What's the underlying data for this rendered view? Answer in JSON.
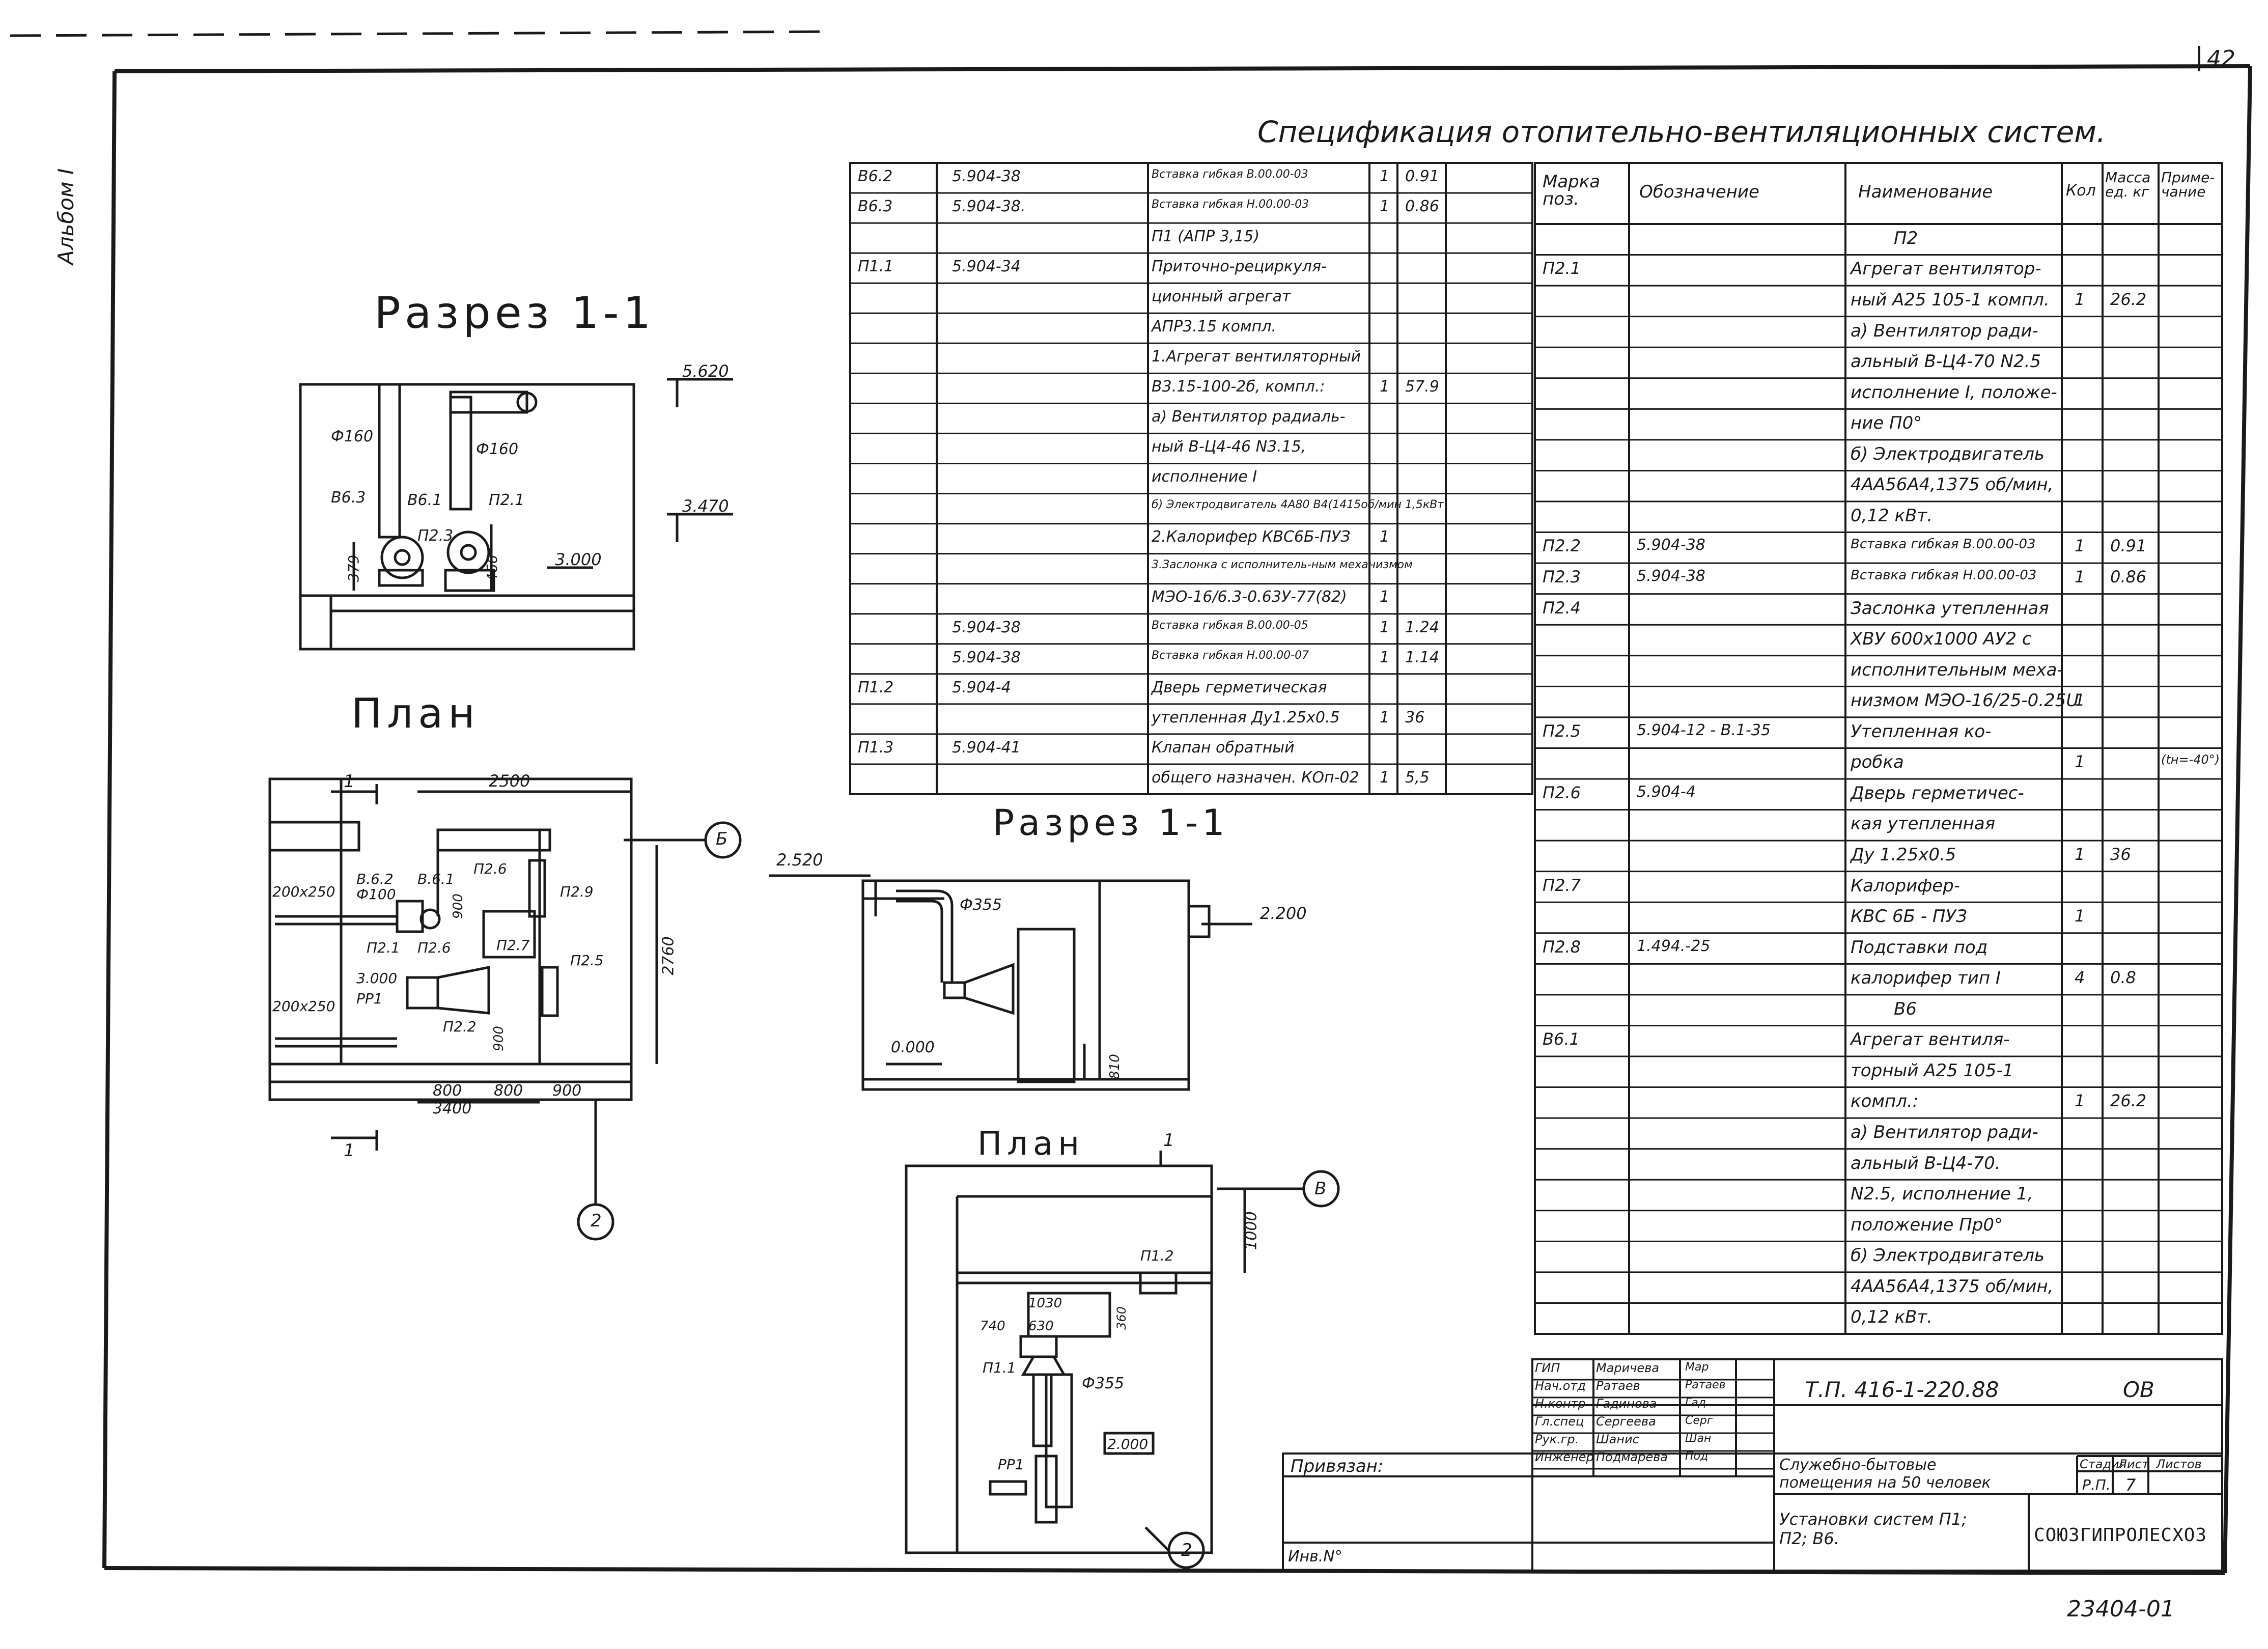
{
  "page_number": "42",
  "album_label": "Альбом I",
  "archive_number": "23404-01",
  "spec_title": "Спецификация отопительно-вентиляционных систем.",
  "section_1_1_left": "Разрез 1-1",
  "plan_left": "План",
  "section_1_1_mid": "Разрез 1-1",
  "plan_mid": "План",
  "left_section_labels": {
    "elev_top": "5.620",
    "elev_mid": "3.470",
    "elev_floor": "3.000",
    "d1": "Ф160",
    "d2": "Ф160",
    "b63": "В6.3",
    "b61": "В6.1",
    "p23": "П2.3",
    "p21": "П2.1",
    "dim_379": "379",
    "dim_466": "466"
  },
  "left_plan_labels": {
    "axis_1_top": "1",
    "axis_1_bottom": "1",
    "dim_2500": "2500",
    "axis_b": "Б",
    "axis_2": "2",
    "duct_top": "200x250",
    "duct_bottom": "200x250",
    "b62": "В.6.2",
    "d100": "Ф100",
    "b61": "В.6.1",
    "p26a": "П2.6",
    "p29": "П2.9",
    "p21": "П2.1",
    "p26b": "П2.6",
    "p27": "П2.7",
    "p25": "П2.5",
    "elev": "3.000",
    "pp1": "РР1",
    "p22": "П2.2",
    "dim_900a": "900",
    "dim_900b": "900",
    "dim_2760": "2760",
    "dim_800a": "800",
    "dim_800b": "800",
    "dim_900c": "900",
    "dim_3400": "3400"
  },
  "mid_section_labels": {
    "elev_top": "2.520",
    "elev_right": "2.200",
    "d355": "Ф355",
    "elev_floor": "0.000",
    "dim_810": "810"
  },
  "mid_plan_labels": {
    "axis_1": "1",
    "axis_b": "В",
    "dim_1000": "1000",
    "p12": "П1.2",
    "dim_1030": "1030",
    "dim_630": "630",
    "dim_740": "740",
    "dim_360": "360",
    "p11": "П1.1",
    "d355": "Ф355",
    "elev": "2.000",
    "pp1": "РР1",
    "axis_2": "2"
  },
  "left_table": {
    "rows": [
      {
        "mark": "В6.2",
        "doc": "5.904-38",
        "name": "Вставка гибкая В.00.00-03",
        "qty": "1",
        "mass": "0.91"
      },
      {
        "mark": "В6.3",
        "doc": "5.904-38.",
        "name": "Вставка гибкая Н.00.00-03",
        "qty": "1",
        "mass": "0.86"
      },
      {
        "mark": "",
        "doc": "",
        "name": "П1 (АПР 3,15)",
        "qty": "",
        "mass": ""
      },
      {
        "mark": "П1.1",
        "doc": "5.904-34",
        "name": "Приточно-рециркуля-",
        "qty": "",
        "mass": ""
      },
      {
        "mark": "",
        "doc": "",
        "name": "ционный агрегат",
        "qty": "",
        "mass": ""
      },
      {
        "mark": "",
        "doc": "",
        "name": "АПР3.15 компл.",
        "qty": "",
        "mass": ""
      },
      {
        "mark": "",
        "doc": "",
        "name": "1.Агрегат вентиляторный",
        "qty": "",
        "mass": ""
      },
      {
        "mark": "",
        "doc": "",
        "name": "В3.15-100-2б, компл.:",
        "qty": "1",
        "mass": "57.9"
      },
      {
        "mark": "",
        "doc": "",
        "name": "а) Вентилятор радиаль-",
        "qty": "",
        "mass": ""
      },
      {
        "mark": "",
        "doc": "",
        "name": "ный В-Ц4-46 N3.15,",
        "qty": "",
        "mass": ""
      },
      {
        "mark": "",
        "doc": "",
        "name": "исполнение I",
        "qty": "",
        "mass": ""
      },
      {
        "mark": "",
        "doc": "",
        "name": "б) Электродвигатель 4А80 В4(1415об/мин 1,5кВт",
        "qty": "",
        "mass": ""
      },
      {
        "mark": "",
        "doc": "",
        "name": "2.Калорифер КВС6Б-ПУЗ",
        "qty": "1",
        "mass": ""
      },
      {
        "mark": "",
        "doc": "",
        "name": "3.Заслонка с исполнитель-ным механизмом",
        "qty": "",
        "mass": ""
      },
      {
        "mark": "",
        "doc": "",
        "name": "МЭО-16/6.3-0.63У-77(82)",
        "qty": "1",
        "mass": ""
      },
      {
        "mark": "",
        "doc": "5.904-38",
        "name": "Вставка гибкая В.00.00-05",
        "qty": "1",
        "mass": "1.24"
      },
      {
        "mark": "",
        "doc": "5.904-38",
        "name": "Вставка гибкая Н.00.00-07",
        "qty": "1",
        "mass": "1.14"
      },
      {
        "mark": "П1.2",
        "doc": "5.904-4",
        "name": "Дверь герметическая",
        "qty": "",
        "mass": ""
      },
      {
        "mark": "",
        "doc": "",
        "name": "утепленная Ду1.25х0.5",
        "qty": "1",
        "mass": "36"
      },
      {
        "mark": "П1.3",
        "doc": "5.904-41",
        "name": "Клапан обратный",
        "qty": "",
        "mass": ""
      },
      {
        "mark": "",
        "doc": "",
        "name": "общего назначен. КОп-02",
        "qty": "1",
        "mass": "5,5"
      }
    ]
  },
  "right_table": {
    "headers": {
      "mark": "Марка поз.",
      "doc": "Обозначение",
      "name": "Наименование",
      "qty": "Кол",
      "mass": "Масса ед. кг",
      "note": "Приме-чание"
    },
    "rows": [
      {
        "mark": "",
        "doc": "",
        "name": "П2",
        "qty": "",
        "mass": "",
        "note": ""
      },
      {
        "mark": "П2.1",
        "doc": "",
        "name": "Агрегат вентилятор-",
        "qty": "",
        "mass": "",
        "note": ""
      },
      {
        "mark": "",
        "doc": "",
        "name": "ный А25 105-1 компл.",
        "qty": "1",
        "mass": "26.2",
        "note": ""
      },
      {
        "mark": "",
        "doc": "",
        "name": "а) Вентилятор ради-",
        "qty": "",
        "mass": "",
        "note": ""
      },
      {
        "mark": "",
        "doc": "",
        "name": "альный В-Ц4-70 N2.5",
        "qty": "",
        "mass": "",
        "note": ""
      },
      {
        "mark": "",
        "doc": "",
        "name": "исполнение I, положе-",
        "qty": "",
        "mass": "",
        "note": ""
      },
      {
        "mark": "",
        "doc": "",
        "name": "ние П0°",
        "qty": "",
        "mass": "",
        "note": ""
      },
      {
        "mark": "",
        "doc": "",
        "name": "б) Электродвигатель",
        "qty": "",
        "mass": "",
        "note": ""
      },
      {
        "mark": "",
        "doc": "",
        "name": "4АА56А4,1375 об/мин,",
        "qty": "",
        "mass": "",
        "note": ""
      },
      {
        "mark": "",
        "doc": "",
        "name": "0,12 кВт.",
        "qty": "",
        "mass": "",
        "note": ""
      },
      {
        "mark": "П2.2",
        "doc": "5.904-38",
        "name": "Вставка гибкая В.00.00-03",
        "qty": "1",
        "mass": "0.91",
        "note": ""
      },
      {
        "mark": "П2.3",
        "doc": "5.904-38",
        "name": "Вставка гибкая Н.00.00-03",
        "qty": "1",
        "mass": "0.86",
        "note": ""
      },
      {
        "mark": "П2.4",
        "doc": "",
        "name": "Заслонка утепленная",
        "qty": "",
        "mass": "",
        "note": ""
      },
      {
        "mark": "",
        "doc": "",
        "name": "ХВУ 600х1000 АУ2 с",
        "qty": "",
        "mass": "",
        "note": ""
      },
      {
        "mark": "",
        "doc": "",
        "name": "исполнительным меха-",
        "qty": "",
        "mass": "",
        "note": ""
      },
      {
        "mark": "",
        "doc": "",
        "name": "низмом МЭО-16/25-0.25U",
        "qty": "1",
        "mass": "",
        "note": ""
      },
      {
        "mark": "П2.5",
        "doc": "5.904-12 - В.1-35",
        "name": "Утепленная ко-",
        "qty": "",
        "mass": "",
        "note": ""
      },
      {
        "mark": "",
        "doc": "",
        "name": "робка",
        "qty": "1",
        "mass": "",
        "note": "(tн=-40°)"
      },
      {
        "mark": "П2.6",
        "doc": "5.904-4",
        "name": "Дверь герметичес-",
        "qty": "",
        "mass": "",
        "note": ""
      },
      {
        "mark": "",
        "doc": "",
        "name": "кая утепленная",
        "qty": "",
        "mass": "",
        "note": ""
      },
      {
        "mark": "",
        "doc": "",
        "name": "Ду 1.25х0.5",
        "qty": "1",
        "mass": "36",
        "note": ""
      },
      {
        "mark": "П2.7",
        "doc": "",
        "name": "Калорифер-",
        "qty": "",
        "mass": "",
        "note": ""
      },
      {
        "mark": "",
        "doc": "",
        "name": "КВС 6Б - ПУЗ",
        "qty": "1",
        "mass": "",
        "note": ""
      },
      {
        "mark": "П2.8",
        "doc": "1.494.-25",
        "name": "Подставки под",
        "qty": "",
        "mass": "",
        "note": ""
      },
      {
        "mark": "",
        "doc": "",
        "name": "калорифер тип I",
        "qty": "4",
        "mass": "0.8",
        "note": ""
      },
      {
        "mark": "",
        "doc": "",
        "name": "В6",
        "qty": "",
        "mass": "",
        "note": ""
      },
      {
        "mark": "В6.1",
        "doc": "",
        "name": "Агрегат вентиля-",
        "qty": "",
        "mass": "",
        "note": ""
      },
      {
        "mark": "",
        "doc": "",
        "name": "торный А25 105-1",
        "qty": "",
        "mass": "",
        "note": ""
      },
      {
        "mark": "",
        "doc": "",
        "name": "компл.:",
        "qty": "1",
        "mass": "26.2",
        "note": ""
      },
      {
        "mark": "",
        "doc": "",
        "name": "а) Вентилятор ради-",
        "qty": "",
        "mass": "",
        "note": ""
      },
      {
        "mark": "",
        "doc": "",
        "name": "альный В-Ц4-70.",
        "qty": "",
        "mass": "",
        "note": ""
      },
      {
        "mark": "",
        "doc": "",
        "name": "N2.5, исполнение 1,",
        "qty": "",
        "mass": "",
        "note": ""
      },
      {
        "mark": "",
        "doc": "",
        "name": "положение Пр0°",
        "qty": "",
        "mass": "",
        "note": ""
      },
      {
        "mark": "",
        "doc": "",
        "name": "б) Электродвигатель",
        "qty": "",
        "mass": "",
        "note": ""
      },
      {
        "mark": "",
        "doc": "",
        "name": "4АА56А4,1375 об/мин,",
        "qty": "",
        "mass": "",
        "note": ""
      },
      {
        "mark": "",
        "doc": "",
        "name": "0,12 кВт.",
        "qty": "",
        "mass": "",
        "note": ""
      }
    ]
  },
  "title_block": {
    "staff": [
      {
        "role": "ГИП",
        "name": "Маричева",
        "sign": "Мар"
      },
      {
        "role": "Нач.отд",
        "name": "Ратаев",
        "sign": "Ратаев"
      },
      {
        "role": "Н.контр",
        "name": "Гадинова",
        "sign": "Гад"
      },
      {
        "role": "Гл.спец",
        "name": "Сергеева",
        "sign": "Серг"
      },
      {
        "role": "Рук.гр.",
        "name": "Шанис",
        "sign": "Шан"
      },
      {
        "role": "Инженер",
        "name": "Подмарева",
        "sign": "Под"
      }
    ],
    "binding_label": "Привязан:",
    "inv_label": "Инв.N°",
    "doc_code": "Т.П. 416-1-220.88",
    "section_code": "ОВ",
    "object_name": "Служебно-бытовые помещения на 50 человек",
    "sheet_title": "Установки систем П1; П2; В6.",
    "stage_label": "Стадия",
    "sheet_label": "Лист",
    "sheets_label": "Листов",
    "stage": "Р.П.",
    "sheet": "7",
    "sheets": "",
    "org": "СОЮЗГИПРОЛЕСХОЗ"
  }
}
